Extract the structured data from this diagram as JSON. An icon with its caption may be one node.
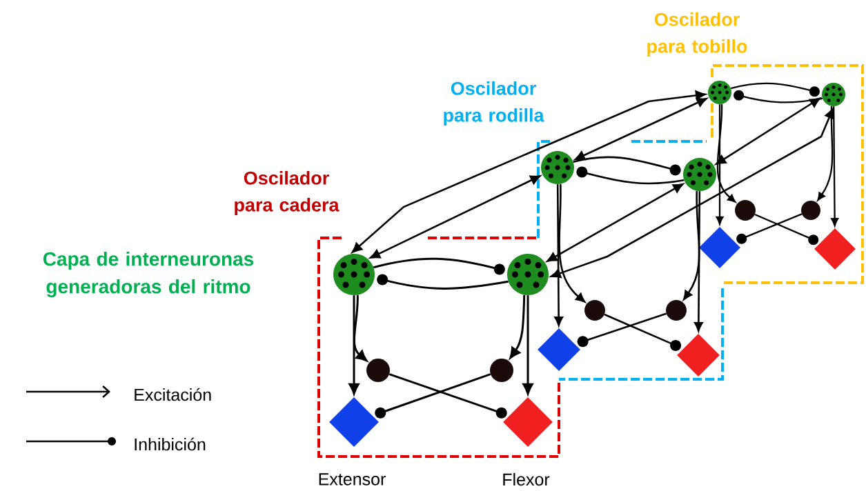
{
  "diagram": {
    "nodes": [
      {
        "text": [],
        "shape": "circle"
      },
      {
        "text": [],
        "shape": "circle"
      },
      {
        "text": [],
        "shape": "circle"
      },
      {
        "text": [],
        "shape": "circle"
      },
      {
        "text": [],
        "shape": "diamond"
      },
      {
        "text": [],
        "shape": "diamond"
      },
      {
        "text": [],
        "shape": "circle"
      },
      {
        "text": [],
        "shape": "circle"
      },
      {
        "text": [],
        "shape": "circle"
      },
      {
        "text": [],
        "shape": "circle"
      },
      {
        "text": [],
        "shape": "diamond"
      },
      {
        "text": [],
        "shape": "diamond"
      },
      {
        "text": [],
        "shape": "circle"
      },
      {
        "text": [],
        "shape": "circle"
      },
      {
        "text": [],
        "shape": "circle"
      },
      {
        "text": [],
        "shape": "circle"
      },
      {
        "text": [],
        "shape": "diamond"
      },
      {
        "text": [],
        "shape": "diamond"
      }
    ],
    "edges": [
      {
        "from": 0,
        "to": 1,
        "arrow": "other"
      },
      {
        "from": 1,
        "to": 0,
        "arrow": "other"
      },
      {
        "from": 0,
        "to": 4,
        "arrow": "to"
      },
      {
        "from": 0,
        "to": 2,
        "arrow": "to"
      },
      {
        "from": 1,
        "to": 5,
        "arrow": "to"
      },
      {
        "from": 1,
        "to": 3,
        "arrow": "to"
      },
      {
        "from": 2,
        "to": 5,
        "arrow": "other"
      },
      {
        "from": 3,
        "to": 4,
        "arrow": "other"
      },
      {
        "from": 6,
        "to": 7,
        "arrow": "other"
      },
      {
        "from": 7,
        "to": 6,
        "arrow": "other"
      },
      {
        "from": 6,
        "to": 10,
        "arrow": "to"
      },
      {
        "from": 6,
        "to": 8,
        "arrow": "to"
      },
      {
        "from": 7,
        "to": 11,
        "arrow": "to"
      },
      {
        "from": 7,
        "to": 9,
        "arrow": "to"
      },
      {
        "from": 8,
        "to": 11,
        "arrow": "other"
      },
      {
        "from": 9,
        "to": 10,
        "arrow": "other"
      },
      {
        "from": 12,
        "to": 13,
        "arrow": "other"
      },
      {
        "from": 13,
        "to": 12,
        "arrow": "other"
      },
      {
        "from": 12,
        "to": 16,
        "arrow": "to"
      },
      {
        "from": 12,
        "to": 14,
        "arrow": "to"
      },
      {
        "from": 13,
        "to": 17,
        "arrow": "to"
      },
      {
        "from": 13,
        "to": 15,
        "arrow": "to"
      },
      {
        "from": 14,
        "to": 17,
        "arrow": "other"
      },
      {
        "from": 15,
        "to": 16,
        "arrow": "other"
      },
      {
        "from": 0,
        "to": 12,
        "arrow": "both"
      },
      {
        "from": 0,
        "to": 6,
        "arrow": "both"
      },
      {
        "from": 6,
        "to": 12,
        "arrow": "both"
      },
      {
        "from": 1,
        "to": 7,
        "arrow": "both"
      },
      {
        "from": 1,
        "to": 13,
        "arrow": "both"
      },
      {
        "from": 7,
        "to": 13,
        "arrow": "both"
      }
    ],
    "labels": [
      "Oscilador para tobillo",
      "Oscilador para rodilla",
      "Oscilador para cadera",
      "Capa de interneuronas generadoras del ritmo",
      "Extensor",
      "Flexor"
    ],
    "legend": [
      {
        "text": "Excitación"
      },
      {
        "text": "Inhibición"
      }
    ]
  }
}
